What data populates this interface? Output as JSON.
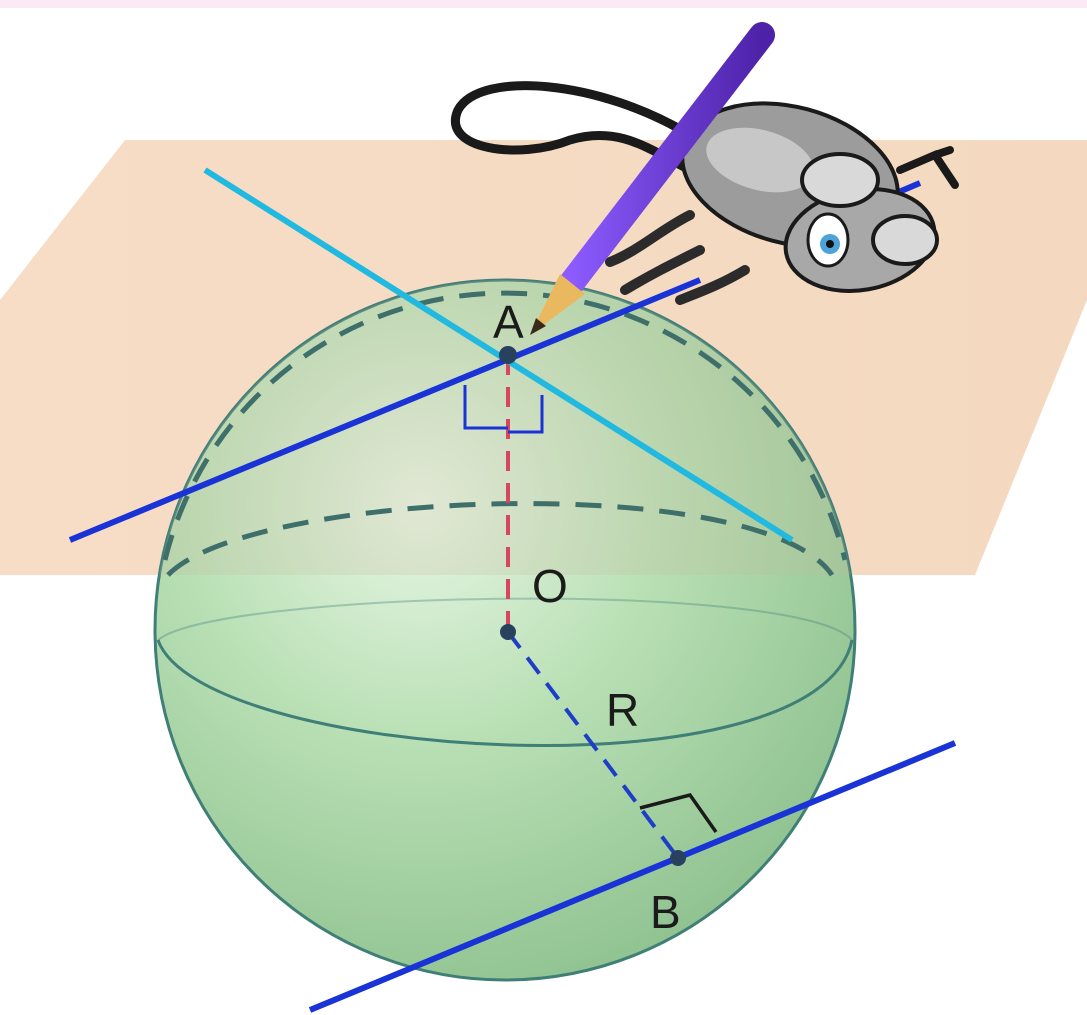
{
  "diagram": {
    "points": {
      "A": "A",
      "O": "O",
      "B": "B"
    },
    "segment_labels": {
      "radius": "R"
    },
    "colors": {
      "plane": "#f6dcc4",
      "sphere": "#a7d6a4",
      "sphere_edge": "#3f7f77",
      "tangent_line": "#1a33d6",
      "tangent_line_light": "#22b9e0",
      "radius_to_A": "#d8455f",
      "radius_to_B": "#1f3ec8",
      "pencil": "#6a32c8",
      "top_band": "#fbe9f6"
    },
    "icons": [
      "mouse-with-pencil-illustration",
      "right-angle-mark-icon"
    ]
  }
}
